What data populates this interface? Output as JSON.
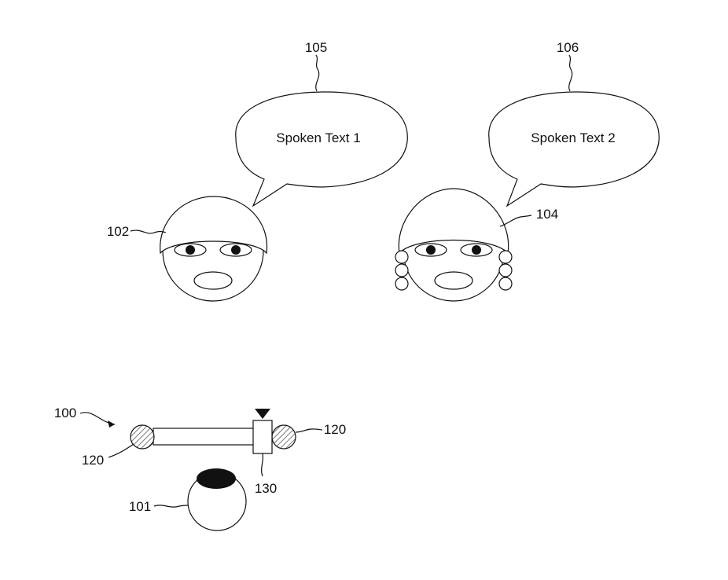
{
  "bubbles": {
    "left": {
      "ref": "105",
      "text": "Spoken Text 1"
    },
    "right": {
      "ref": "106",
      "text": "Spoken Text 2"
    }
  },
  "faces": {
    "left": {
      "ref": "102"
    },
    "right": {
      "ref": "104"
    }
  },
  "device": {
    "ref": "100",
    "earpiece_left_ref": "120",
    "earpiece_right_ref": "120",
    "module_ref": "130",
    "user_ref": "101"
  }
}
